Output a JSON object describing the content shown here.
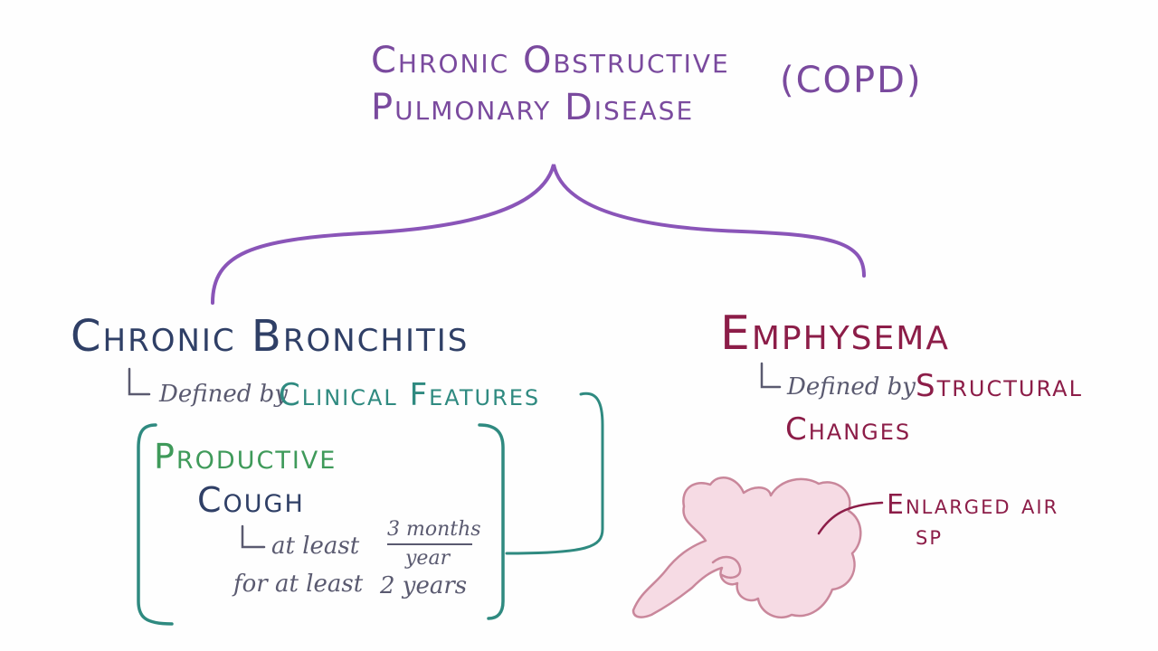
{
  "title": {
    "line1": "Chronic Obstructive",
    "line2": "Pulmonary Disease",
    "abbr": "(COPD)"
  },
  "left": {
    "heading": "Chronic Bronchitis",
    "defined_prefix": "Defined by",
    "defined_by": "Clinical Features",
    "productive": "Productive",
    "cough": "Cough",
    "at_least": "at least",
    "months": "3 months",
    "per_year": "year",
    "for_at_least": "for at least",
    "years": "2 years"
  },
  "right": {
    "heading": "Emphysema",
    "defined_prefix": "Defined by",
    "defined_by_line1": "Structural",
    "defined_by_line2": "Changes",
    "label_line1": "Enlarged air",
    "label_line2": "sp"
  },
  "colors": {
    "purple": "#7a4a9e",
    "brace": "#8a55b8",
    "navy": "#2f3f66",
    "teal": "#2f8a80",
    "green": "#3f9a5a",
    "maroon": "#8c1d48",
    "lung_fill": "#f6dbe4",
    "lung_stroke": "#c9879b",
    "gray": "#5a5a70"
  }
}
